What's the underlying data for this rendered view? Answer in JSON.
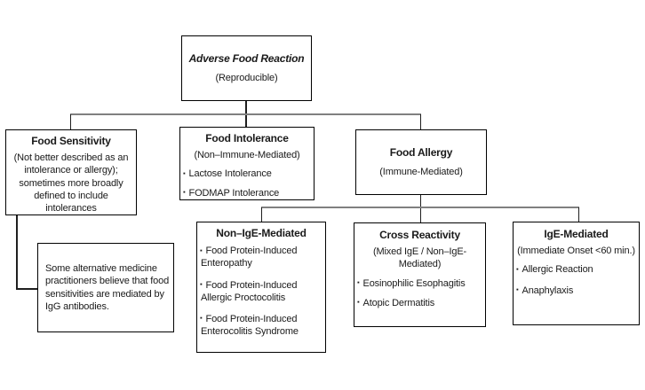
{
  "diagram_title": "Adverse Food Reaction flowchart",
  "colors": {
    "box_border": "#000000",
    "text": "#1a1a1a",
    "connector_vertical": "#1f1f1f",
    "connector_rail": "#808080",
    "background": "#ffffff"
  },
  "bullet_glyph": "▪",
  "boxes": {
    "root": {
      "title": "Adverse Food Reaction",
      "subtitle": "(Reproducible)"
    },
    "food_sensitivity": {
      "title": "Food Sensitivity",
      "body": "(Not better described as an intolerance or allergy); sometimes more broadly defined to include intolerances"
    },
    "food_intolerance": {
      "title": "Food Intolerance",
      "subtitle": "(Non–Immune-Mediated)",
      "bullets": [
        "Lactose Intolerance",
        "FODMAP Intolerance"
      ]
    },
    "food_allergy": {
      "title": "Food Allergy",
      "subtitle": "(Immune-Mediated)"
    },
    "non_ige_mediated": {
      "title": "Non–IgE-Mediated",
      "bullets": [
        "Food Protein-Induced Enteropathy",
        "Food Protein-Induced Allergic Proctocolitis",
        "Food Protein-Induced Enterocolitis Syndrome"
      ]
    },
    "cross_reactivity": {
      "title": "Cross Reactivity",
      "subtitle": "(Mixed IgE / Non–IgE-Mediated)",
      "bullets": [
        "Eosinophilic Esophagitis",
        "Atopic Dermatitis"
      ]
    },
    "ige_mediated": {
      "title": "IgE-Mediated",
      "subtitle": "(Immediate Onset <60 min.)",
      "bullets": [
        "Allergic Reaction",
        "Anaphylaxis"
      ]
    },
    "note": {
      "body": "Some alternative medicine practitioners believe that food sensitivities are mediated by IgG antibodies."
    }
  }
}
